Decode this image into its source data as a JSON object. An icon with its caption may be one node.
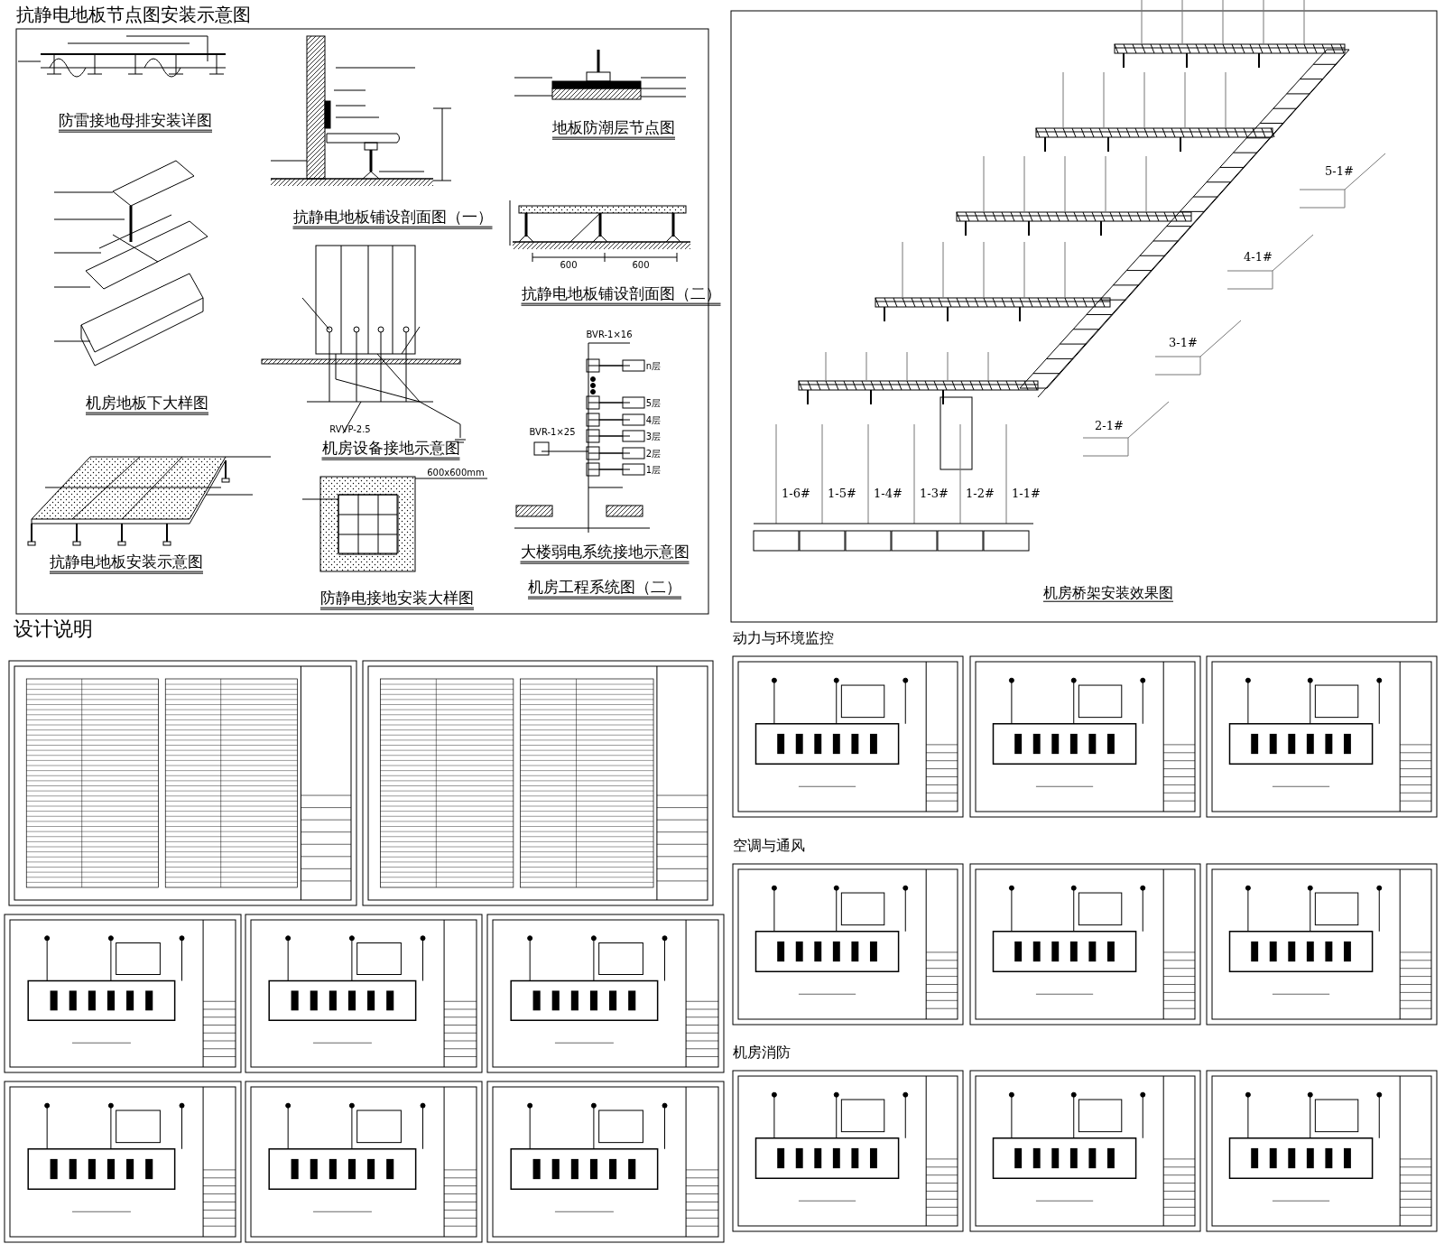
{
  "diagram": {
    "title": "抗静电地板节点图安装示意图",
    "labels": [
      "防雷接地母排安装详图",
      "抗静电地板铺设剖面图（一）",
      "地板防潮层节点图",
      "机房地板下大样图",
      "抗静电地板铺设剖面图（二）",
      "600",
      "600",
      "BVR-1×16",
      "n层",
      "5层",
      "4层",
      "3层",
      "2层",
      "1层",
      "RVVP-2.5",
      "BVR-1×25",
      "机房设备接地示意图",
      "600x600mm",
      "大楼弱电系统接地示意图",
      "抗静电地板安装示意图",
      "防静电接地安装大样图",
      "机房工程系统图（二）",
      "5-1#",
      "4-1#",
      "3-1#",
      "2-1#",
      "1-6#",
      "1-5#",
      "1-4#",
      "1-3#",
      "1-2#",
      "1-1#",
      "机房桥架安装效果图",
      "设计说明",
      "动力与环境监控",
      "空调与通风",
      "机房消防"
    ]
  }
}
